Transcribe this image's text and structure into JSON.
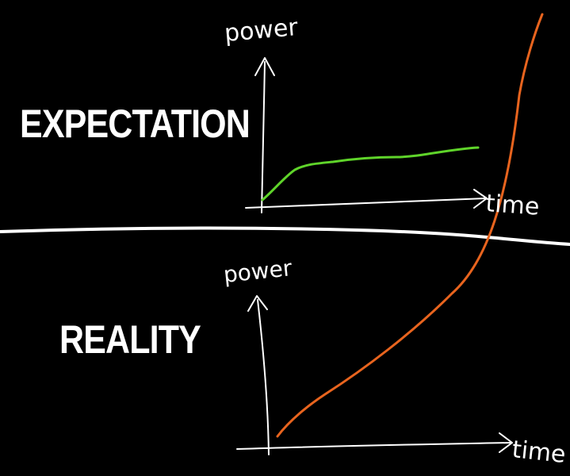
{
  "panels": {
    "top": {
      "label": "EXPECTATION",
      "y_axis_label": "power",
      "x_axis_label": "time"
    },
    "bottom": {
      "label": "REALITY",
      "y_axis_label": "power",
      "x_axis_label": "time"
    }
  },
  "colors": {
    "background": "#000000",
    "ink": "#ffffff",
    "expectation_curve": "#5fd42a",
    "reality_curve": "#e8641e"
  }
}
